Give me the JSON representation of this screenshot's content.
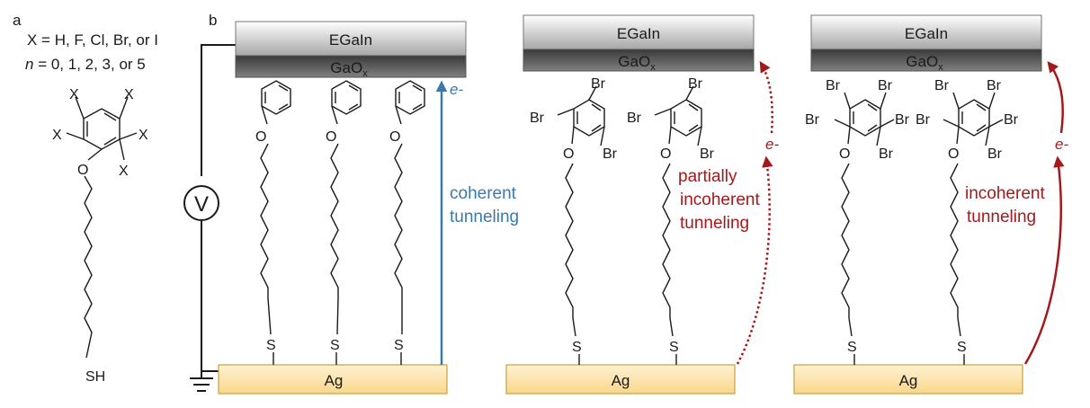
{
  "panel_a": {
    "label": "a",
    "x_line": "X = H, F, Cl, Br, or I",
    "n_line_var": "n",
    "n_line_rest": " = 0, 1, 2, 3, or 5",
    "substituent": "X",
    "oxygen": "O",
    "thiol": "SH"
  },
  "panel_b": {
    "label": "b"
  },
  "electrodes": {
    "top_main": "EGaIn",
    "oxide_main": "GaO",
    "oxide_sub": "x",
    "bottom": "Ag"
  },
  "meter": {
    "label": "V"
  },
  "atoms": {
    "o": "O",
    "s": "S",
    "br": "Br"
  },
  "electron": {
    "label": "e-"
  },
  "annotations": {
    "coherent": [
      "coherent",
      "tunneling"
    ],
    "partial": [
      "partially",
      "incoherent",
      "tunneling"
    ],
    "incoherent": [
      "incoherent",
      "tunneling"
    ]
  },
  "colors": {
    "coherent": "#3b79ad",
    "incoherent": "#a3191b",
    "ag_fill": "#fbe0a0",
    "ag_border": "#c9a040"
  }
}
